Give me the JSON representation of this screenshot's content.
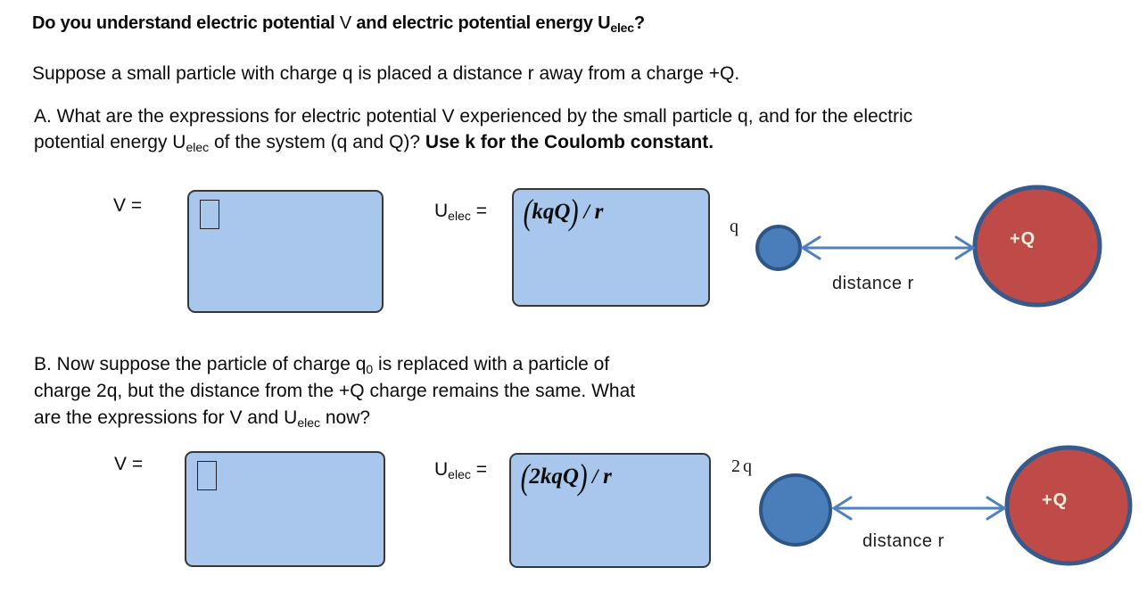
{
  "title": {
    "part1": "Do you understand electric potential ",
    "v": "V",
    "part2": " and electric potential energy U",
    "sub": "elec",
    "part3": "?"
  },
  "intro": "Suppose a small particle with charge q is placed a distance r away from a charge +Q.",
  "question_a": {
    "line1": "A. What are the expressions for electric potential V experienced by the small particle q, and for the electric",
    "line2_pre": "potential energy U",
    "line2_sub": "elec",
    "line2_mid": " of the system (q and Q)? ",
    "line2_bold": "Use k for the Coulomb constant."
  },
  "question_b": {
    "line1_pre": "B. Now suppose the particle of charge q",
    "line1_sub": "0",
    "line1_post": " is replaced with a particle of",
    "line2": "charge 2q, but the distance from the +Q charge remains the same. What",
    "line3_pre": "are the expressions for V and U",
    "line3_sub": "elec",
    "line3_post": " now?"
  },
  "labels": {
    "v_equals": "V =",
    "u_base": "U",
    "u_sub": "elec",
    "u_equals": " =",
    "distance": "distance r",
    "charge_small": "q",
    "charge_double": "2q",
    "charge_big": "+Q"
  },
  "answers": {
    "a_v": "",
    "a_u": {
      "open": "(",
      "body": "kqQ",
      "close": ")",
      "slash": " / ",
      "denom": "r"
    },
    "b_v": "",
    "b_u": {
      "open": "(",
      "body": "2kqQ",
      "close": ")",
      "slash": " / ",
      "denom": "r"
    }
  },
  "colors": {
    "answer_box_fill": "#A9C7EC",
    "box_border": "#373737",
    "small_charge_fill": "#4A7EBB",
    "big_charge_fill": "#BE4B48",
    "circle_stroke": "#38598C",
    "arrow": "#4F81BD",
    "plus_q_text": "#F2ECDC"
  }
}
